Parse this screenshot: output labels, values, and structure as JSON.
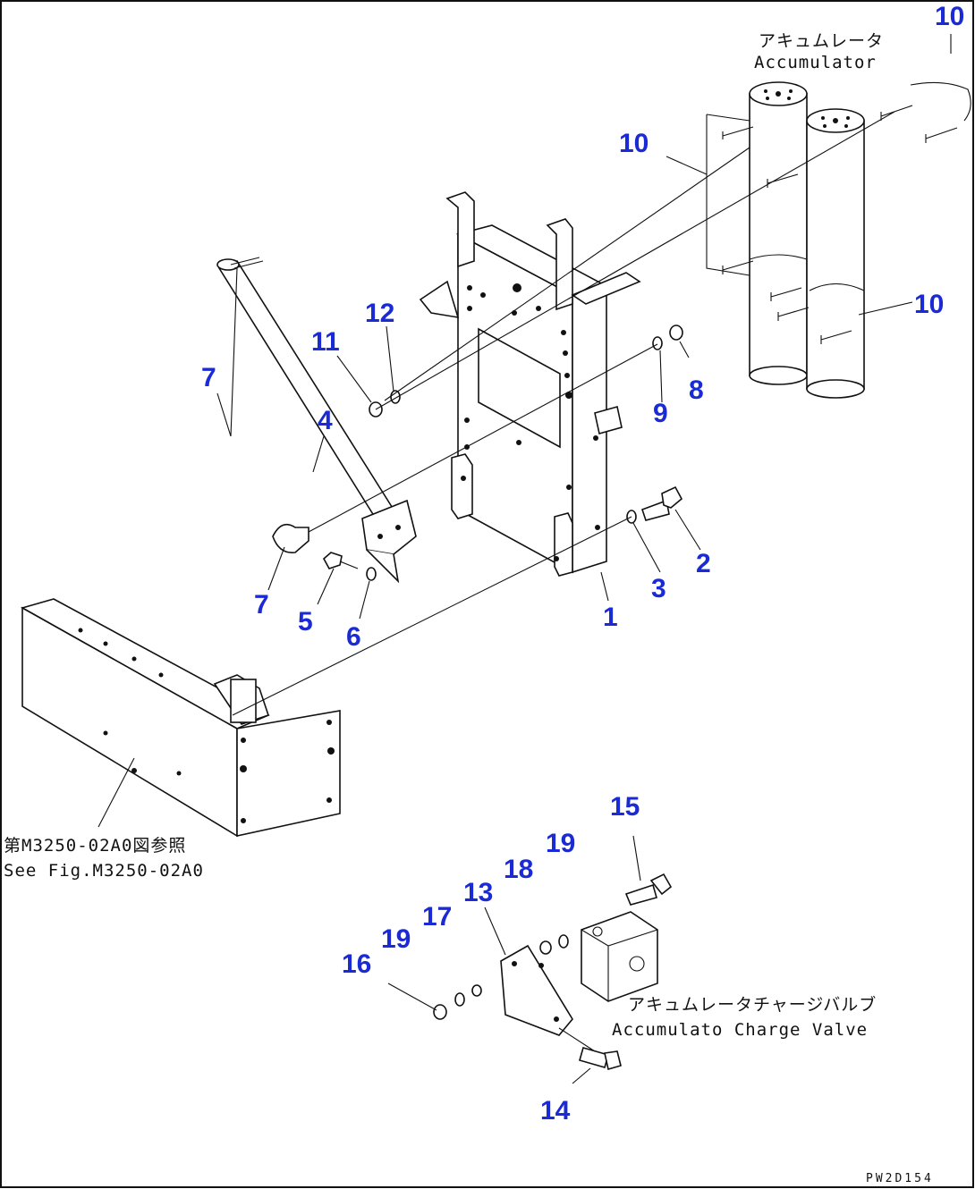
{
  "diagram": {
    "border_color": "#111111",
    "callout_color": "#1a2bd6",
    "callouts": {
      "c1": "1",
      "c2": "2",
      "c3": "3",
      "c4": "4",
      "c5": "5",
      "c6": "6",
      "c7a": "7",
      "c7b": "7",
      "c8": "8",
      "c9": "9",
      "c10a": "10",
      "c10b": "10",
      "c10c": "10",
      "c11": "11",
      "c12": "12",
      "c13": "13",
      "c14": "14",
      "c15": "15",
      "c16": "16",
      "c17": "17",
      "c18": "18",
      "c19a": "19",
      "c19b": "19"
    },
    "labels": {
      "accumulator_jp": "アキュムレータ",
      "accumulator_en": "Accumulator",
      "charge_valve_jp": "アキュムレータチャージバルブ",
      "charge_valve_en": "Accumulato  Charge Valve",
      "see_fig_jp": "第M3250-02A0図参照",
      "see_fig_en": "See Fig.M3250-02A0",
      "drawing_code": "PW2D154"
    }
  }
}
